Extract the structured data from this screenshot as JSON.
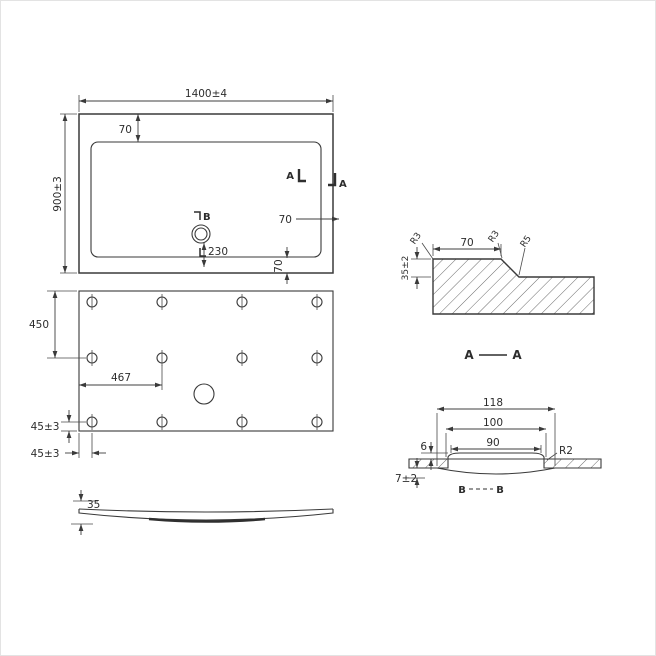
{
  "plan_view": {
    "width": "1400±4",
    "height": "900±3",
    "top_offset": "70",
    "right_offset": "70",
    "bottom_offset": "70",
    "drain_offset": "230",
    "section_b_mark": "B",
    "section_a_left": "A",
    "section_a_right": "A"
  },
  "bottom_view": {
    "row_spacing": "450",
    "drain_x_offset": "467",
    "hole_edge_offset_v": "45±3",
    "hole_edge_offset_h": "45±3"
  },
  "side_view": {
    "height": "35"
  },
  "section_aa": {
    "flange_width": "70",
    "flange_height": "35±2",
    "radius_outer": "R3",
    "radius_mid": "R3",
    "radius_inner": "R5",
    "title_left": "A",
    "title_right": "A"
  },
  "section_bb": {
    "recess_width": "118",
    "base_width": "100",
    "top_width": "90",
    "corner_radius": "R2",
    "lip_height": "6",
    "depth": "7±2",
    "label_left": "B",
    "label_right": "B"
  }
}
